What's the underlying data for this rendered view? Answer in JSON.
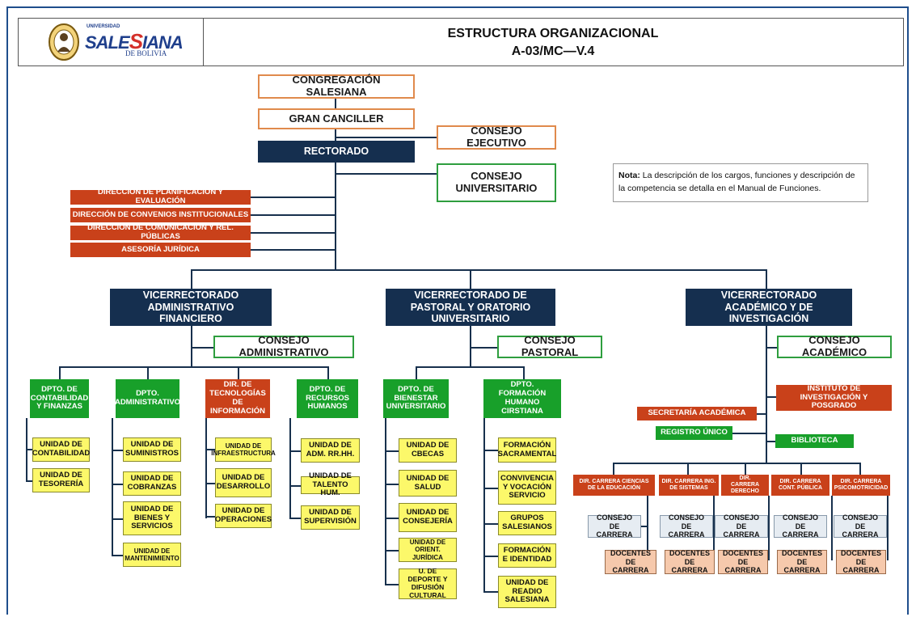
{
  "header": {
    "title": "ESTRUCTURA ORGANIZACIONAL",
    "code": "A-03/MC—V.4",
    "logo": {
      "small": "UNIVERSIDAD",
      "main_a": "SALE",
      "main_b": "IANA",
      "sub": "DE BOLIVIA"
    }
  },
  "top": {
    "congregacion": "CONGREGACIÓN SALESIANA",
    "canciller": "GRAN CANCILLER",
    "consejo_ejecutivo": "CONSEJO EJECUTIVO",
    "rectorado": "RECTORADO",
    "consejo_universitario": "CONSEJO UNIVERSITARIO"
  },
  "note": {
    "label": "Nota:",
    "text": "La descripción de los cargos, funciones y descripción de la competencia se detalla en el Manual de Funciones."
  },
  "direcciones": [
    "DIRECCIÓN DE PLANIFICACIÓN Y EVALUACIÓN",
    "DIRECCIÓN DE CONVENIOS INSTITUCIONALES",
    "DIRECCIÓN DE COMUNICACIÓN Y REL. PÚBLICAS",
    "ASESORÍA JURÍDICA"
  ],
  "vicerrectorados": {
    "admin": {
      "title": "VICERRECTORADO ADMINISTRATIVO FINANCIERO",
      "consejo": "CONSEJO ADMINISTRATIVO",
      "depts": [
        {
          "name": "DPTO. DE CONTABILIDAD Y FINANZAS",
          "units": [
            "UNIDAD DE CONTABILIDAD",
            "UNIDAD DE TESORERÍA"
          ]
        },
        {
          "name": "DPTO. ADMINISTRATIVO",
          "units": [
            "UNIDAD DE SUMINISTROS",
            "UNIDAD DE COBRANZAS",
            "UNIDAD DE BIENES Y SERVICIOS",
            "UNIDAD DE MANTENIMIENTO"
          ]
        },
        {
          "name": "DIR. DE TECNOLOGÍAS DE INFORMACIÓN",
          "units": [
            "UNIDAD DE INFRAESTRUCTURA",
            "UNIDAD DE DESARROLLO",
            "UNIDAD DE OPERACIONES"
          ]
        },
        {
          "name": "DPTO. DE RECURSOS HUMANOS",
          "units": [
            "UNIDAD DE ADM. RR.HH.",
            "UNIDAD DE TALENTO HUM.",
            "UNIDAD DE SUPERVISIÓN"
          ]
        }
      ]
    },
    "pastoral": {
      "title": "VICERRECTORADO DE PASTORAL Y ORATORIO UNIVERSITARIO",
      "consejo": "CONSEJO PASTORAL",
      "depts": [
        {
          "name": "DPTO. DE BIENESTAR UNIVERSITARIO",
          "units": [
            "UNIDAD DE CBECAS",
            "UNIDAD DE SALUD",
            "UNIDAD DE CONSEJERÍA",
            "UNIDAD DE ORIENT. JURÍDICA",
            "U. DE DEPORTE Y DIFUSIÓN CULTURAL"
          ]
        },
        {
          "name": "DPTO. FORMACIÓN HUMANO CIRSTIANA",
          "units": [
            "FORMACIÓN SACRAMENTAL",
            "CONVIVENCIA Y VOCACIÓN SERVICIO",
            "GRUPOS SALESIANOS",
            "FORMACIÓN E IDENTIDAD",
            "UNIDAD DE READIO SALESIANA"
          ]
        }
      ]
    },
    "academico": {
      "title": "VICERRECTORADO ACADÉMICO Y DE INVESTIGACIÓN",
      "consejo": "CONSEJO ACADÉMICO",
      "instituto": "INSTITUTO DE INVESTIGACIÓN Y POSGRADO",
      "secretaria": "SECRETARÍA ACADÉMICA",
      "registro": "REGISTRO ÚNICO",
      "biblioteca": "BIBLIOTECA",
      "carreras": [
        {
          "name": "DIR. CARRERA CIENCIAS DE LA EDUCACIÓN"
        },
        {
          "name": "DIR. CARRERA ING. DE SISTEMAS"
        },
        {
          "name": "DIR. CARRERA DERECHO"
        },
        {
          "name": "DIR. CARRERA CONT. PÚBLICA"
        },
        {
          "name": "DIR. CARRERA PSICOMOTRICIDAD"
        }
      ],
      "consejo_carrera": "CONSEJO DE CARRERA",
      "docentes": "DOCENTES DE CARRERA"
    }
  },
  "colors": {
    "navy": "#152f4f",
    "red": "#c9411a",
    "green": "#18a02a",
    "yellow": "#fcf86a",
    "orange_border": "#e08a4c",
    "green_border": "#2e9e3e"
  }
}
